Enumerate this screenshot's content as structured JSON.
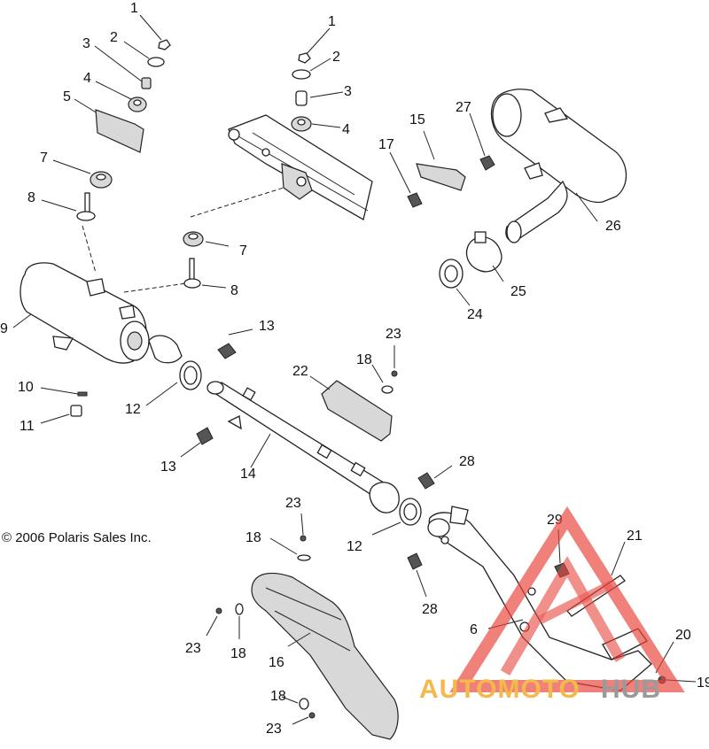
{
  "diagram": {
    "copyright": "© 2006 Polaris Sales Inc.",
    "callouts": [
      {
        "id": "c1a",
        "text": "1"
      },
      {
        "id": "c2a",
        "text": "2"
      },
      {
        "id": "c3a",
        "text": "3"
      },
      {
        "id": "c4a",
        "text": "4"
      },
      {
        "id": "c5",
        "text": "5"
      },
      {
        "id": "c7a",
        "text": "7"
      },
      {
        "id": "c8a",
        "text": "8"
      },
      {
        "id": "c9",
        "text": "9"
      },
      {
        "id": "c10",
        "text": "10"
      },
      {
        "id": "c11",
        "text": "11"
      },
      {
        "id": "c12a",
        "text": "12"
      },
      {
        "id": "c13a",
        "text": "13"
      },
      {
        "id": "c1b",
        "text": "1"
      },
      {
        "id": "c2b",
        "text": "2"
      },
      {
        "id": "c3b",
        "text": "3"
      },
      {
        "id": "c4b",
        "text": "4"
      },
      {
        "id": "c7b",
        "text": "7"
      },
      {
        "id": "c8b",
        "text": "8"
      },
      {
        "id": "c13b",
        "text": "13"
      },
      {
        "id": "c14",
        "text": "14"
      },
      {
        "id": "c15",
        "text": "15"
      },
      {
        "id": "c17",
        "text": "17"
      },
      {
        "id": "c27",
        "text": "27"
      },
      {
        "id": "c26",
        "text": "26"
      },
      {
        "id": "c25",
        "text": "25"
      },
      {
        "id": "c24",
        "text": "24"
      },
      {
        "id": "c22",
        "text": "22"
      },
      {
        "id": "c18a",
        "text": "18"
      },
      {
        "id": "c23a",
        "text": "23"
      },
      {
        "id": "c28a",
        "text": "28"
      },
      {
        "id": "c12b",
        "text": "12"
      },
      {
        "id": "c28b",
        "text": "28"
      },
      {
        "id": "c23b",
        "text": "23"
      },
      {
        "id": "c18b",
        "text": "18"
      },
      {
        "id": "c23c",
        "text": "23"
      },
      {
        "id": "c18c",
        "text": "18"
      },
      {
        "id": "c16",
        "text": "16"
      },
      {
        "id": "c18d",
        "text": "18"
      },
      {
        "id": "c23d",
        "text": "23"
      },
      {
        "id": "c29",
        "text": "29"
      },
      {
        "id": "c21",
        "text": "21"
      },
      {
        "id": "c6",
        "text": "6"
      },
      {
        "id": "c20",
        "text": "20"
      },
      {
        "id": "c19",
        "text": "19"
      }
    ]
  },
  "watermark": {
    "part1": "AUTOMOTO",
    "part2": "HUB",
    "color_primary": "#f5b84a",
    "color_secondary": "#9a9a9a",
    "logo_color": "#e8453c"
  }
}
